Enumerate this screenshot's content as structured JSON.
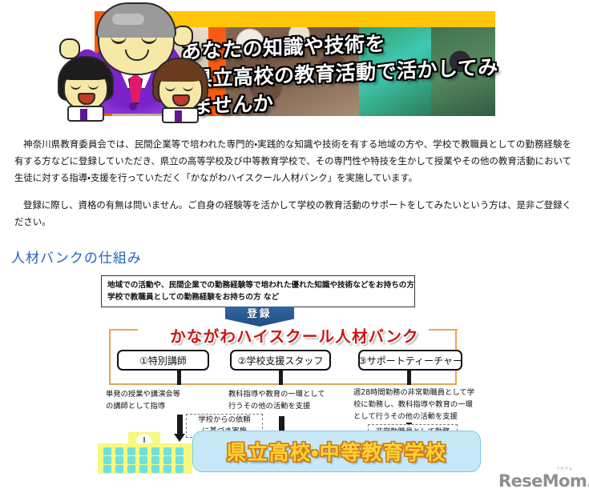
{
  "banner": {
    "headline_line1": "あなたの知識や技術を",
    "headline_line2": "県立高校の教育活動で活かしてみませんか",
    "accent_orange": "#fa5a10",
    "accent_yellow": "#ffc609"
  },
  "intro": {
    "paragraph1": "神奈川県教育委員会では、民間企業等で培われた専門的・実践的な知識や技術を有する地域の方や、学校で教職員としての勤務経験を有する方などに登録していただき、県立の高等学校及び中等教育学校で、その専門性や特技を生かして授業やその他の教育活動において生徒に対する指導・支援を行っていただく「かながわハイスクール人材バンク」を実施しています。",
    "paragraph2": "登録に際し、資格の有無は問いません。ご自身の経験等を活かして学校の教育活動のサポートをしてみたいという方は、是非ご登録ください。"
  },
  "section": {
    "title": "人材バンクの仕組み",
    "title_color": "#2763c4"
  },
  "diagram": {
    "source_box": {
      "line1": "地域での活動や、民間企業での勤務経験等で培われた優れた知識や技術などをお持ちの方",
      "line2": "学校で教職員としての勤務経験をお持ちの方 など"
    },
    "register_banner": "登録",
    "bank_title": "かながわハイスクール人材バンク",
    "bank_frame_color": "#e8a558",
    "bank_title_color": "#cc1414",
    "roles": [
      {
        "card_label": "①特別講師",
        "description": "単発の授業や講演会等\nの講師として指導"
      },
      {
        "card_label": "②学校支援スタッフ",
        "description": "教科指導や教育の一環として\n行うその他の活動を支援"
      },
      {
        "card_label": "③サポートティーチャー",
        "description": "週28時間勤務の非常勤職員として学\n校に勤務し、教科指導や教育の一環\nとして行うその他の活動を支援"
      }
    ],
    "notes": [
      {
        "line1": "学校からの依頼",
        "line2": "に基づき実施"
      },
      {
        "line1": "非常勤職員として勤務",
        "line2": ""
      }
    ],
    "destination": "県立高校・中等教育学校",
    "destination_bg": "#c7e9f7",
    "destination_text_color": "#ffd338"
  },
  "watermark": {
    "brand": "ReseMom.",
    "kana": "リセマム"
  }
}
